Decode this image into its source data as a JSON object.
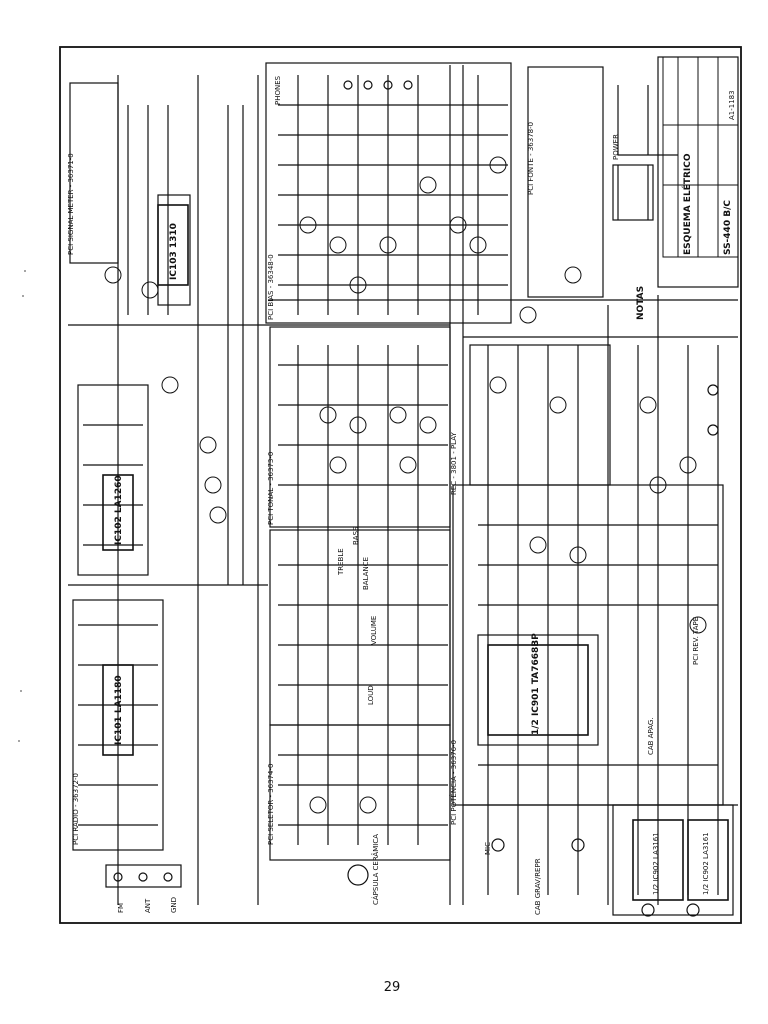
{
  "page_number": "29",
  "labels": {
    "signal_meter": "PCI SIGNAL METER - 36371-0",
    "radio": "PCI RADIO - 36372-0",
    "ic101": "IC101\nLA1180",
    "ic102": "IC102\nLA1260",
    "ic103": "IC103\n1310",
    "bias": "PCI BIAS - 36348-0",
    "tonal": "PCI TONAL - 36373-0",
    "selector": "PCI SELETOR - 36374-0",
    "fonte": "PCI FONTE - 36378-0",
    "potencia": "PCI POTÊNCIA - 36376-0",
    "rec_play": "REC - 3801 - PLAY",
    "rev_tape": "PCI REV. TAPE",
    "ic901": "1/2 IC901\nTA7668BP",
    "ic902a": "1/2 IC902\nLA3161",
    "ic902b": "1/2 IC902\nLA3161",
    "cab_grav": "CAB GRAV/REPR",
    "cab_apag": "CAB APAG.",
    "mic": "MIC",
    "phones": "PHONES",
    "volume": "VOLUME",
    "balance": "BALANCE",
    "bass": "BASS",
    "treble": "TREBLE",
    "loud": "LOUD",
    "ant": "ANT",
    "fm": "FM",
    "gnd": "GND",
    "power": "POWER",
    "capsula": "CÁPSULA CERÂMICA",
    "title_block": "ESQUEMA ELÉTRICO",
    "model": "SS-440 B/C",
    "drawing_no": "A1-1183",
    "notes": "NOTAS"
  }
}
